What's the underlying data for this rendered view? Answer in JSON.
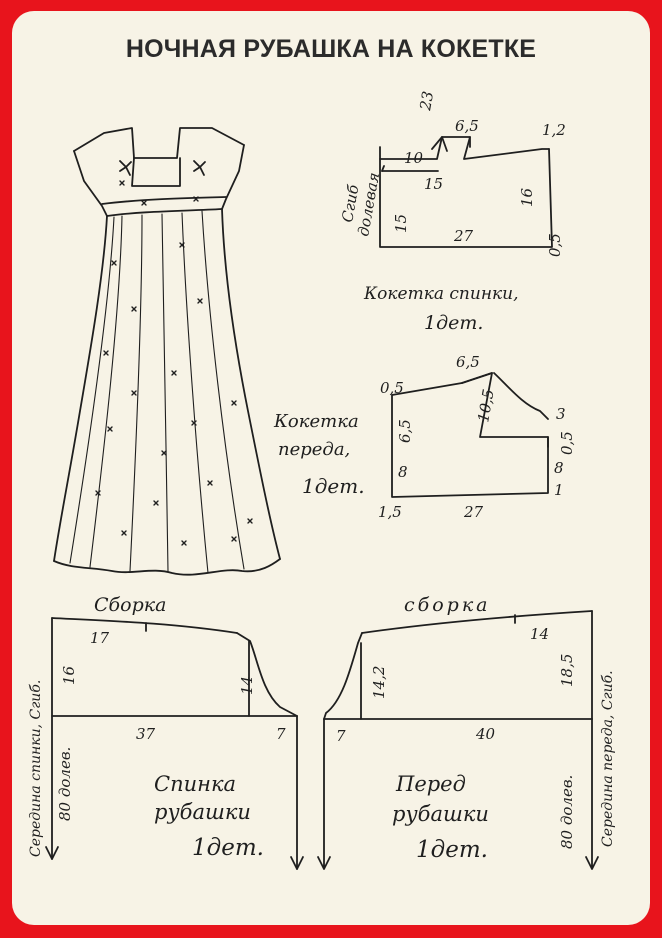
{
  "title": "НОЧНАЯ РУБАШКА НА КОКЕТКЕ",
  "colors": {
    "frame": "#e8141c",
    "paper": "#f7f3e6",
    "ink": "#1f1f1f"
  },
  "back_yoke": {
    "label_1": "Кокетка спинки,",
    "label_2": "1дет.",
    "fold_1": "Сгиб",
    "fold_2": "долевая",
    "dims": {
      "d23": "23",
      "d6_5": "6,5",
      "d1_2": "1,2",
      "d10": "10",
      "d15a": "15",
      "d16": "16",
      "d15b": "15",
      "d27": "27",
      "d0_5": "0,5"
    }
  },
  "front_yoke": {
    "label_1": "Кокетка",
    "label_2": "переда,",
    "label_3": "1дет.",
    "dims": {
      "d6_5top": "6,5",
      "d0_5a": "0,5",
      "d6_5": "6,5",
      "d10_5": "10,5",
      "d3": "3",
      "d0_5b": "0,5",
      "d8a": "8",
      "d8b": "8",
      "d1": "1",
      "d1_5": "1,5",
      "d27": "27"
    }
  },
  "back": {
    "gather": "Сборка",
    "side": "Середина спинки, Сгиб.",
    "label_1": "Спинка",
    "label_2": "рубашки",
    "label_3": "1дет.",
    "dims": {
      "d17": "17",
      "d16": "16",
      "d14": "14",
      "d37": "37",
      "d7": "7",
      "d80": "80 долев."
    }
  },
  "front": {
    "gather": "сборка",
    "side": "Середина переда, Сгиб.",
    "label_1": "Перед",
    "label_2": "рубашки",
    "label_3": "1дет.",
    "dims": {
      "d14": "14",
      "d14_2": "14,2",
      "d18_5": "18,5",
      "d7": "7",
      "d40": "40",
      "d80": "80 долев."
    }
  }
}
